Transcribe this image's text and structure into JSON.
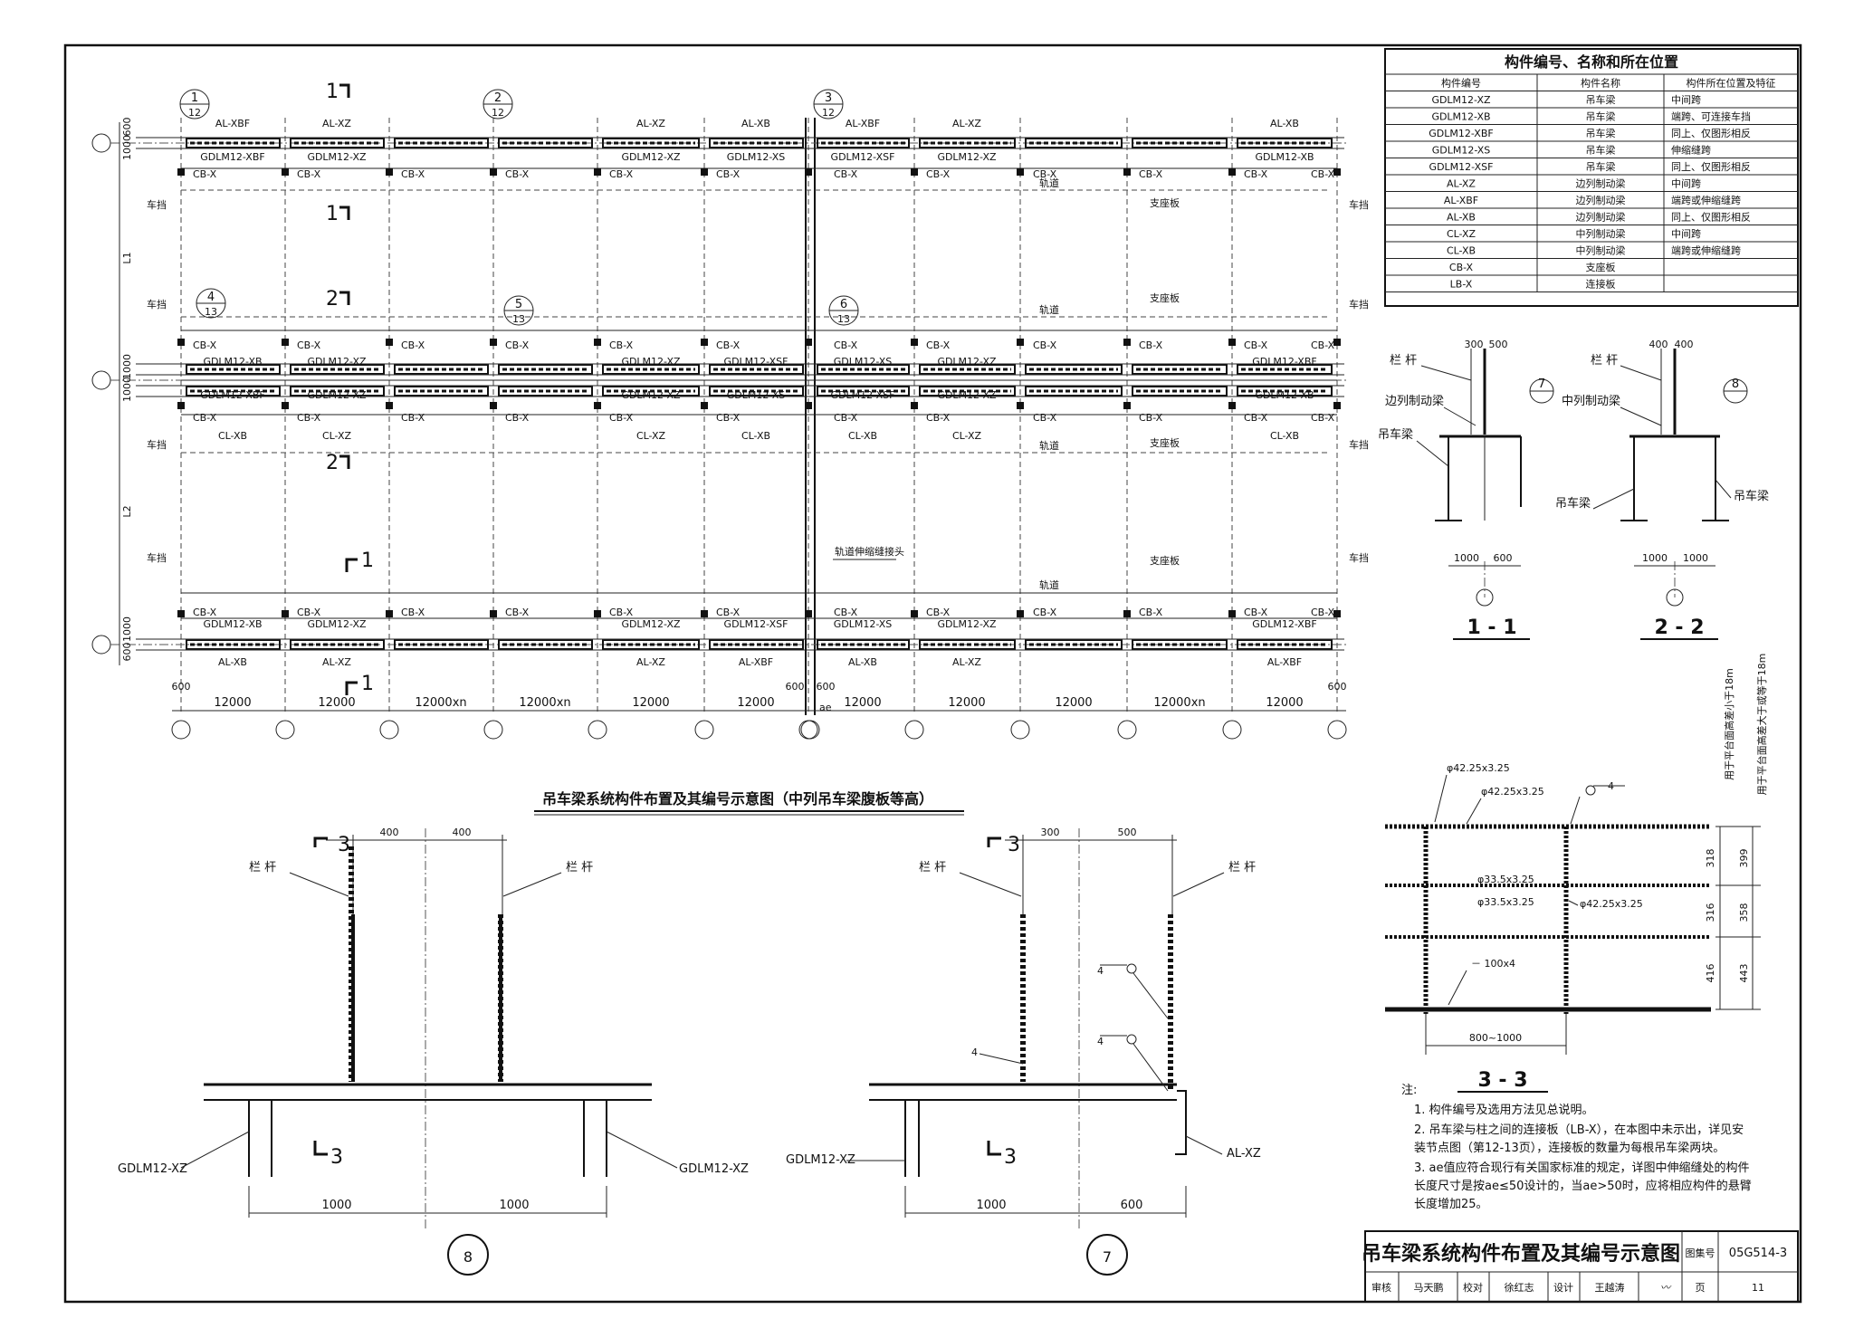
{
  "component_table": {
    "title": "构件编号、名称和所在位置",
    "headers": [
      "构件编号",
      "构件名称",
      "构件所在位置及特征"
    ],
    "rows": [
      [
        "GDLM12-XZ",
        "吊车梁",
        "中间跨"
      ],
      [
        "GDLM12-XB",
        "吊车梁",
        "端跨、可连接车挡"
      ],
      [
        "GDLM12-XBF",
        "吊车梁",
        "同上、仅图形相反"
      ],
      [
        "GDLM12-XS",
        "吊车梁",
        "伸缩缝跨"
      ],
      [
        "GDLM12-XSF",
        "吊车梁",
        "同上、仅图形相反"
      ],
      [
        "AL-XZ",
        "边列制动梁",
        "中间跨"
      ],
      [
        "AL-XBF",
        "边列制动梁",
        "端跨或伸缩缝跨"
      ],
      [
        "AL-XB",
        "边列制动梁",
        "同上、仅图形相反"
      ],
      [
        "CL-XZ",
        "中列制动梁",
        "中间跨"
      ],
      [
        "CL-XB",
        "中列制动梁",
        "端跨或伸缩缝跨"
      ],
      [
        "CB-X",
        "支座板",
        ""
      ],
      [
        "LB-X",
        "连接板",
        ""
      ]
    ]
  },
  "plan": {
    "title": "吊车梁系统构件布置及其编号示意图（中列吊车梁腹板等高）",
    "spans": [
      "12000",
      "12000",
      "12000xn",
      "12000xn",
      "12000",
      "12000",
      "12000",
      "12000",
      "12000",
      "12000xn",
      "12000"
    ],
    "edge_offsets": [
      "600",
      "600",
      "600",
      "600"
    ],
    "expansion_mark": "ae",
    "row_dims": [
      "600",
      "1000",
      "L1",
      "1000",
      "1000",
      "L2",
      "1000",
      "600"
    ],
    "callouts": [
      {
        "num": "1",
        "sheet": "12"
      },
      {
        "num": "2",
        "sheet": "12"
      },
      {
        "num": "3",
        "sheet": "12"
      },
      {
        "num": "4",
        "sheet": "13"
      },
      {
        "num": "5",
        "sheet": "13"
      },
      {
        "num": "6",
        "sheet": "13"
      }
    ],
    "section_marks": [
      "1",
      "1",
      "2",
      "2",
      "1",
      "1"
    ],
    "top_al_labels": [
      "AL-XBF",
      "AL-XZ",
      "AL-XZ",
      "AL-XB",
      "AL-XBF",
      "AL-XZ",
      "AL-XB"
    ],
    "top_gdlm_labels": [
      "GDLM12-XBF",
      "GDLM12-XZ",
      "GDLM12-XZ",
      "GDLM12-XS",
      "GDLM12-XSF",
      "GDLM12-XZ",
      "GDLM12-XB"
    ],
    "mid_gdlm_upper": [
      "GDLM12-XB",
      "GDLM12-XZ",
      "GDLM12-XZ",
      "GDLM12-XSF",
      "GDLM12-XS",
      "GDLM12-XZ",
      "GDLM12-XBF"
    ],
    "mid_gdlm_lower": [
      "GDLM12-XBF",
      "GDLM12-XZ",
      "GDLM12-XZ",
      "GDLM12-XS",
      "GDLM12-XSF",
      "GDLM12-XZ",
      "GDLM12-XB"
    ],
    "mid_cl_labels": [
      "CL-XB",
      "CL-XZ",
      "CL-XZ",
      "CL-XB",
      "CL-XB",
      "CL-XZ",
      "CL-XB"
    ],
    "bot_gdlm_labels": [
      "GDLM12-XB",
      "GDLM12-XZ",
      "GDLM12-XZ",
      "GDLM12-XSF",
      "GDLM12-XS",
      "GDLM12-XZ",
      "GDLM12-XBF"
    ],
    "bot_al_labels": [
      "AL-XB",
      "AL-XZ",
      "AL-XZ",
      "AL-XBF",
      "AL-XB",
      "AL-XZ",
      "AL-XBF"
    ],
    "cb_label": "CB-X",
    "stop_label": "车挡",
    "rail_label": "轨道",
    "support_label": "支座板",
    "rail_joint_label": "轨道伸缩缝接头"
  },
  "sec11": {
    "title": "1 - 1",
    "railing": "栏 杆",
    "edge_brake": "边列制动梁",
    "crane_beam": "吊车梁",
    "dim_top": "300",
    "dim_top2": "500",
    "dim_l": "1000",
    "dim_r": "600",
    "callout": "7"
  },
  "sec22": {
    "title": "2 - 2",
    "railing": "栏 杆",
    "mid_brake": "中列制动梁",
    "crane_beam_l": "吊车梁",
    "crane_beam_r": "吊车梁",
    "dim_top": "400",
    "dim_top2": "400",
    "dim_l": "1000",
    "dim_r": "1000",
    "callout": "8"
  },
  "sec33": {
    "title": "3 - 3",
    "pipe1": "φ42.25x3.25",
    "pipe2": "φ42.25x3.25",
    "pipe3": "φ33.5x3.25",
    "pipe4": "φ33.5x3.25",
    "pipe5": "φ42.25x3.25",
    "plate": "－ 100x4",
    "width": "800~1000",
    "weld": "4",
    "dims_a": [
      "318",
      "316",
      "416"
    ],
    "dims_b": [
      "399",
      "358",
      "443"
    ],
    "note_a": "用于平台面高差小于18m",
    "note_b": "用于平台面高差大于或等于18m"
  },
  "detail8": {
    "num": "8",
    "railing_l": "栏 杆",
    "railing_r": "栏 杆",
    "top_l": "400",
    "top_r": "400",
    "bot_l": "1000",
    "bot_r": "1000",
    "beam_l": "GDLM12-XZ",
    "beam_r": "GDLM12-XZ",
    "sec_mark": "3"
  },
  "detail7": {
    "num": "7",
    "railing_l": "栏 杆",
    "railing_r": "栏 杆",
    "top_l": "300",
    "top_r": "500",
    "bot_l": "1000",
    "bot_r": "600",
    "beam_l": "GDLM12-XZ",
    "beam_r": "AL-XZ",
    "weld": "4",
    "sec_mark": "3"
  },
  "notes": {
    "head": "注:",
    "items": [
      "1. 构件编号及选用方法见总说明。",
      "2. 吊车梁与柱之间的连接板（LB-X），在本图中未示出，详见安",
      "   装节点图（第12-13页），连接板的数量为每根吊车梁两块。",
      "3. ae值应符合现行有关国家标准的规定，详图中伸缩缝处的构件",
      "   长度尺寸是按ae≤50设计的，当ae>50时，应将相应构件的悬臂",
      "   长度增加25。"
    ]
  },
  "title_block": {
    "title": "吊车梁系统构件布置及其编号示意图",
    "atlas_label": "图集号",
    "atlas_no": "05G514-3",
    "review_label": "审核",
    "reviewer": "马天鹏",
    "check_label": "校对",
    "checker": "徐红志",
    "design_label": "设计",
    "designer": "王越涛",
    "page_label": "页",
    "page_no": "11"
  }
}
